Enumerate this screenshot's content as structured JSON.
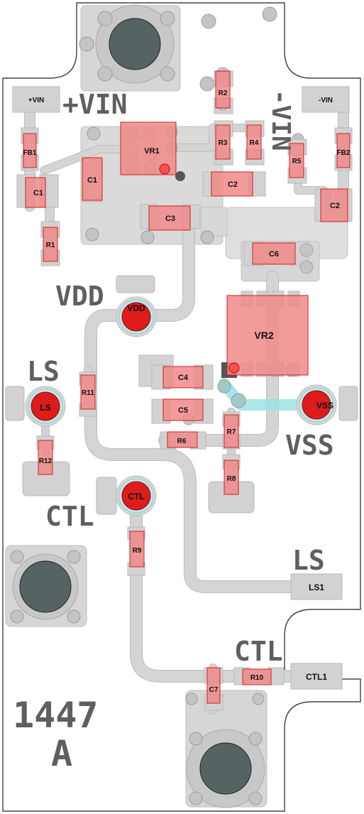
{
  "board": {
    "silk_labels": {
      "vin_pos": "+VIN",
      "vin_neg": "-VIN",
      "vdd": "VDD",
      "ls_left": "LS",
      "vss": "VSS",
      "ctl_left": "CTL",
      "ls_right": "LS",
      "ctl_right": "CTL",
      "part_number": "1447",
      "revision": "A"
    },
    "connectors": {
      "vin_pos": "+VIN",
      "vin_neg": "-VIN",
      "ls1": "LS1",
      "ctl1": "CTL1"
    },
    "test_points": {
      "vdd": "VDD",
      "ls": "LS",
      "ctl": "CTL",
      "vss": "VSS"
    },
    "components": {
      "vr1": "VR1",
      "vr2": "VR2",
      "fb1": "FB1",
      "fb2": "FB2",
      "c1_left": "C1",
      "c1_mid": "C1",
      "c2_mid": "C2",
      "c2_right": "C2",
      "c3": "C3",
      "c4": "C4",
      "c5": "C5",
      "c6": "C6",
      "c7": "C7",
      "r1": "R1",
      "r2": "R2",
      "r3": "R3",
      "r4": "R4",
      "r5": "R5",
      "r6": "R6",
      "r7": "R7",
      "r8": "R8",
      "r9": "R9",
      "r10": "R10",
      "r11": "R11",
      "r12": "R12"
    }
  }
}
